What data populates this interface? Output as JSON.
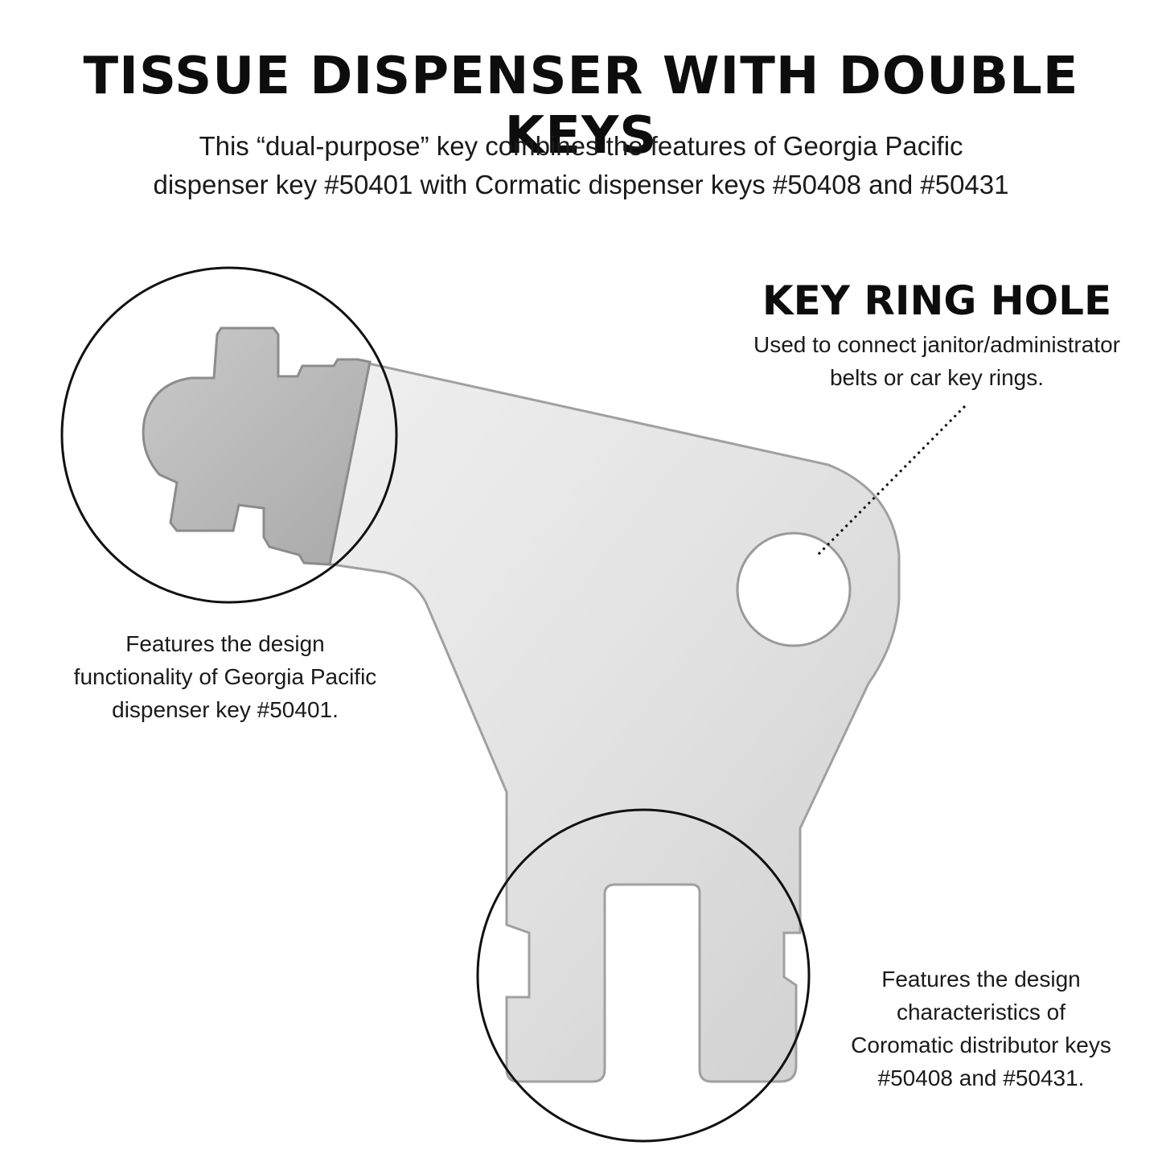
{
  "header": {
    "title": "TISSUE DISPENSER WITH DOUBLE KEYS",
    "subtitle_lines": [
      "This “dual-purpose” key combines the features of Georgia Pacific",
      "dispenser key #50401 with Cormatic dispenser keys #50408 and #50431"
    ]
  },
  "callouts": {
    "key_ring_hole": {
      "heading": "KEY RING HOLE",
      "lines": [
        "Used to connect janitor/administrator",
        "belts or car key rings."
      ]
    },
    "georgia_pacific": {
      "lines": [
        "Features the design",
        "functionality of Georgia Pacific",
        "dispenser key #50401."
      ]
    },
    "coromatic": {
      "lines": [
        "Features the design",
        "characteristics of",
        "Coromatic distributor keys",
        "#50408 and #50431."
      ]
    }
  },
  "colors": {
    "key_fill": "#dedede",
    "key_edge": "#9a9a9a",
    "circle_stroke": "#111111",
    "text": "#111111"
  }
}
